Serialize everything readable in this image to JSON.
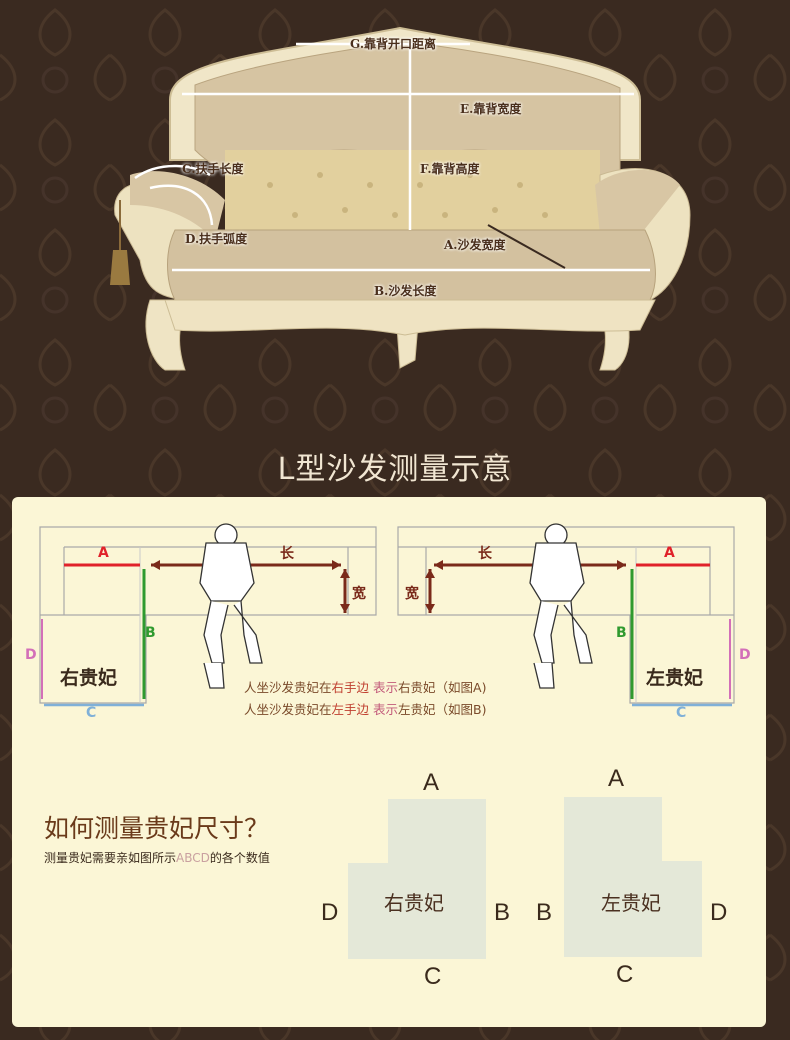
{
  "colors": {
    "background": "#3a2a20",
    "panel": "#fbf6d6",
    "panel_text": "#4a3020",
    "accent_red": "#e0222a",
    "accent_green": "#2f9a2f",
    "accent_blue": "#7fb0d8",
    "accent_pink": "#d36fb8",
    "measure_brown": "#7a2a1a",
    "shape_fill": "#e4e8d8"
  },
  "sofa_measurements": {
    "g": "G.靠背开口距离",
    "e": "E.靠背宽度",
    "c": "C.扶手长度",
    "f": "F.靠背高度",
    "d": "D.扶手弧度",
    "a": "A.沙发宽度",
    "b": "B.沙发长度"
  },
  "l_section": {
    "title": "L型沙发测量示意"
  },
  "left_diagram": {
    "a": "A",
    "length": "长",
    "width": "宽",
    "b": "B",
    "c": "C",
    "d": "D",
    "name": "右贵妃"
  },
  "right_diagram": {
    "a": "A",
    "length": "长",
    "width": "宽",
    "b": "B",
    "c": "C",
    "d": "D",
    "name": "左贵妃"
  },
  "legend": {
    "line1_part1": "人坐沙发贵妃在",
    "line1_part2": "右手边",
    "line1_part3": " 表示",
    "line1_part4": "右贵妃（如图A)",
    "line2_part1": "人坐沙发贵妃在",
    "line2_part2": "左手边",
    "line2_part3": " 表示",
    "line2_part4": "左贵妃（如图B)"
  },
  "how_to": {
    "title": "如何测量贵妃尺寸？",
    "sub_part1": "测量贵妃需要亲如图所示",
    "sub_part2": "ABCD",
    "sub_part3": "的各个数值"
  },
  "shape_right": {
    "a": "A",
    "b": "B",
    "c": "C",
    "d": "D",
    "name": "右贵妃"
  },
  "shape_left": {
    "a": "A",
    "b": "B",
    "c": "C",
    "d": "D",
    "name": "左贵妃"
  }
}
